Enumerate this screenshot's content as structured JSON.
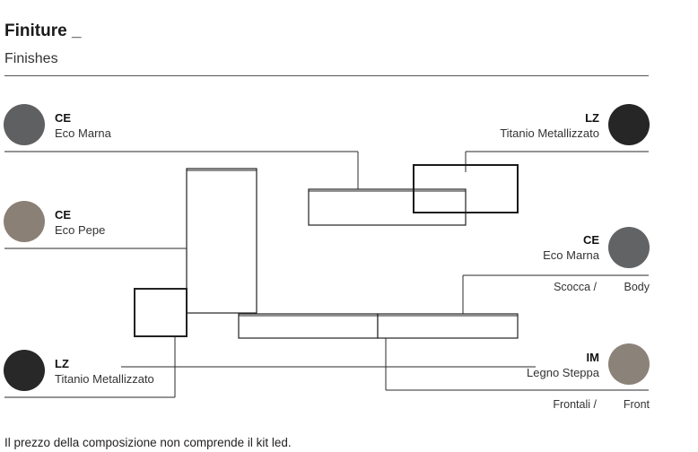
{
  "header": {
    "title": "Finiture _",
    "subtitle": "Finishes"
  },
  "finishes": [
    {
      "id": "tl",
      "code": "CE",
      "name": "Eco Marna",
      "color": "#5f6062"
    },
    {
      "id": "tr",
      "code": "LZ",
      "name": "Titanio Metallizzato",
      "color": "#262626"
    },
    {
      "id": "ml",
      "code": "CE",
      "name": "Eco Pepe",
      "color": "#8a8076"
    },
    {
      "id": "mr",
      "code": "CE",
      "name": "Eco Marna",
      "color": "#626365"
    },
    {
      "id": "bl",
      "code": "LZ",
      "name": "Titanio Metallizzato",
      "color": "#282828"
    },
    {
      "id": "br",
      "code": "IM",
      "name": "Legno Steppa",
      "color": "#8b8279"
    }
  ],
  "labels": {
    "body_it": "Scocca /",
    "body_en": "Body",
    "front_it": "Frontali /",
    "front_en": "Front"
  },
  "footnote": "Il prezzo della composizione non comprende il kit led."
}
